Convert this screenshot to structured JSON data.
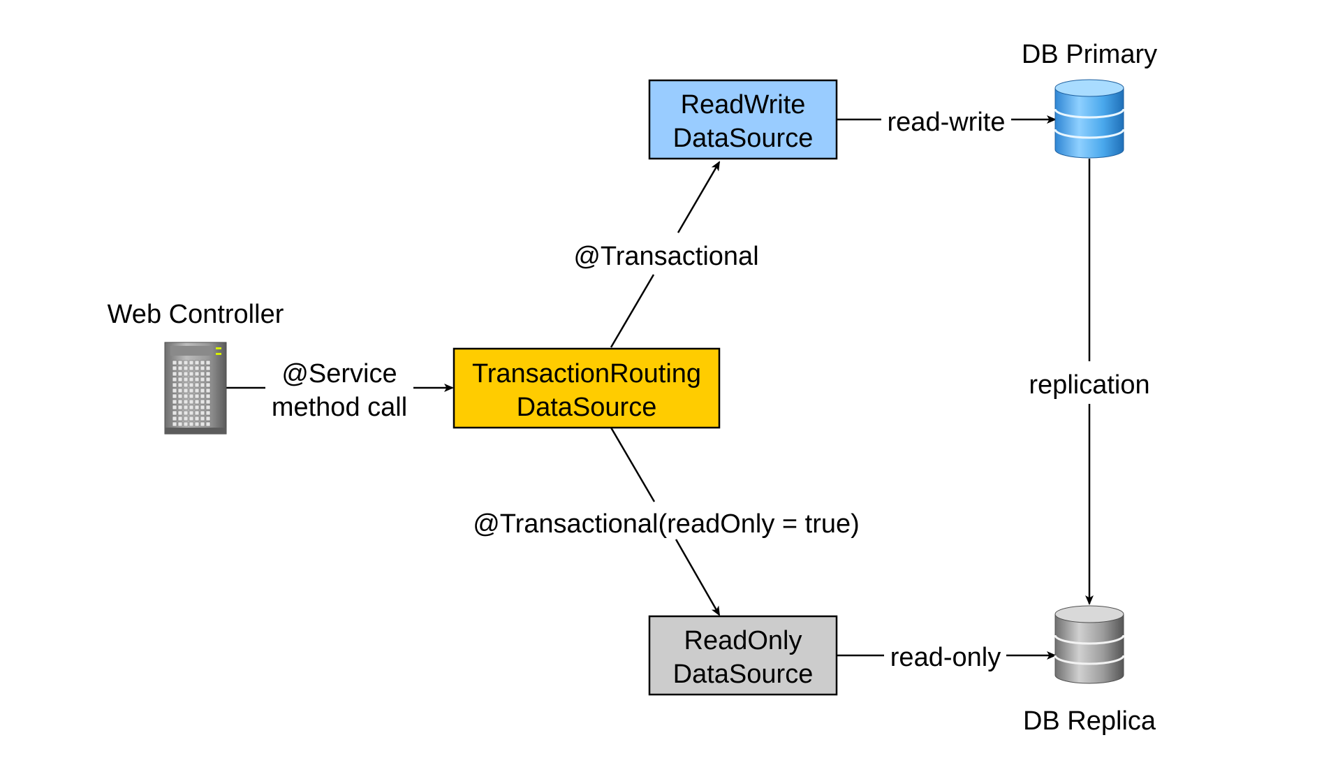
{
  "nodes": {
    "web_controller": {
      "label": "Web Controller",
      "icon": "server-tower-icon"
    },
    "routing": {
      "line1": "TransactionRouting",
      "line2": "DataSource",
      "color": "#FFCC00"
    },
    "read_write": {
      "line1": "ReadWrite",
      "line2": "DataSource",
      "color": "#99CCFF"
    },
    "read_only": {
      "line1": "ReadOnly",
      "line2": "DataSource",
      "color": "#CCCCCC"
    },
    "db_primary": {
      "label": "DB Primary",
      "icon": "database-icon",
      "color": "#3D9BE0"
    },
    "db_replica": {
      "label": "DB Replica",
      "icon": "database-icon",
      "color": "#8C8C8C"
    }
  },
  "edges": {
    "service_call": {
      "line1": "@Service",
      "line2": "method call"
    },
    "transactional": {
      "label": "@Transactional"
    },
    "transactional_readonly": {
      "label": "@Transactional(readOnly = true)"
    },
    "read_write": {
      "label": "read-write"
    },
    "read_only": {
      "label": "read-only"
    },
    "replication": {
      "label": "replication"
    }
  }
}
